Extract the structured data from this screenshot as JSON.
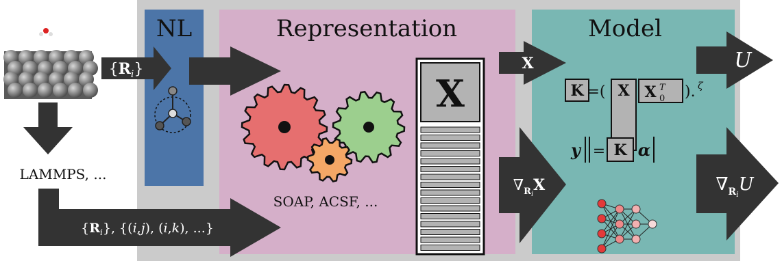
{
  "sections": {
    "nl": "NL",
    "representation": "Representation",
    "model": "Model"
  },
  "labels": {
    "positions_in": "{R_i}",
    "lammps": "LAMMPS, ...",
    "neighbors": "{R_i}, {(i,j), (i,k), ...}",
    "descriptors": "SOAP, ACSF, ...",
    "feature_matrix": "X",
    "x_out": "X",
    "grad_x": "∇_{R_i}X",
    "u_out": "U",
    "grad_u": "∇_{R_i}U",
    "kernel_eq": "K = ( X X_0^T )^.ζ",
    "weights_eq": "y = K α"
  },
  "colors": {
    "background_panel": "#cbcbcb",
    "nl_panel": "#4c75a8",
    "representation_panel": "#d5afc9",
    "model_panel": "#79b7b3",
    "arrow": "#333333",
    "gear_red": "#e66f6f",
    "gear_green": "#9ccf8e",
    "gear_orange": "#f4a766",
    "matrix_cell": "#b3b3b3",
    "network_node": "#e33a3a"
  },
  "icons": [
    "surface-slab-icon",
    "molecule-icon",
    "neighbor-triangle-icon",
    "gear-red-icon",
    "gear-green-icon",
    "gear-orange-icon",
    "matrix-icon",
    "neural-network-icon"
  ]
}
